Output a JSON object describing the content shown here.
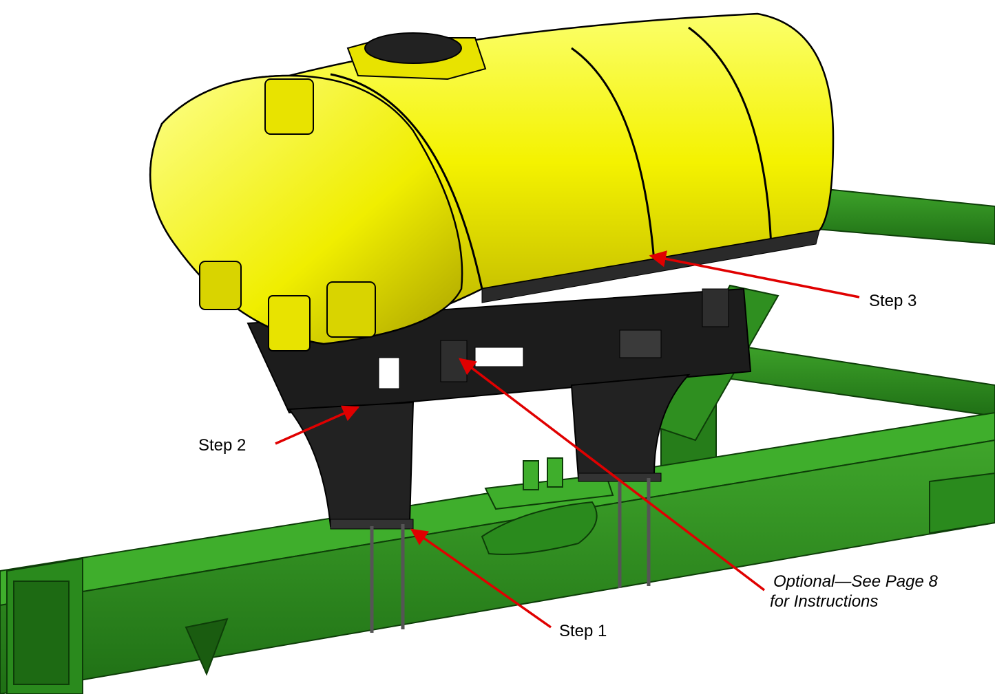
{
  "callouts": {
    "step1": "Step 1",
    "step2": "Step 2",
    "step3": "Step 3",
    "optional_line1": "Optional—See Page 8",
    "optional_line2": "for Instructions"
  },
  "colors": {
    "tank_yellow": "#f2f000",
    "frame_green": "#2e8b1f",
    "bracket_black": "#1c1c1c",
    "arrow_red": "#e00000"
  }
}
